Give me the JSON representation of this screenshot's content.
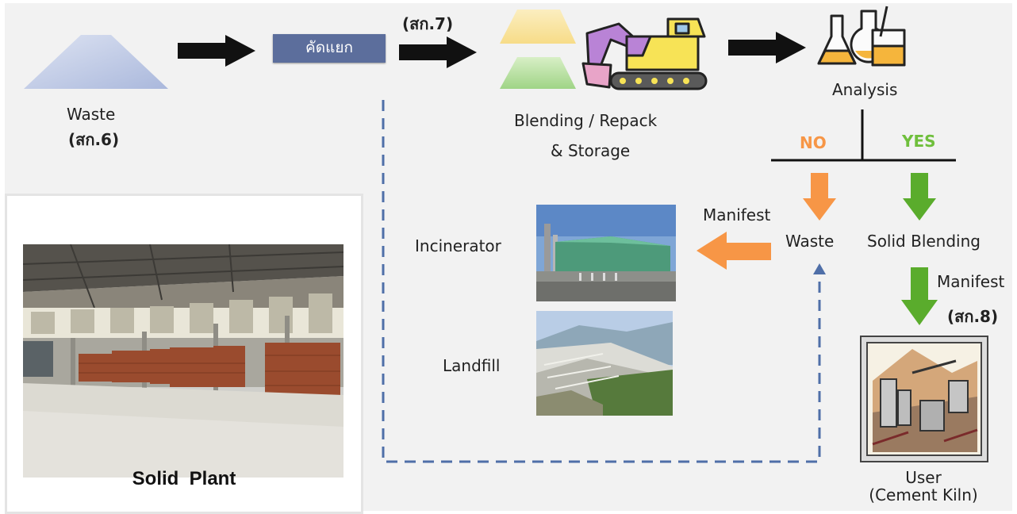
{
  "input": {
    "waste_label": "Waste",
    "waste_code": "(สก.6)"
  },
  "sorting": {
    "label": "คัดแยก",
    "code": "(สก.7)"
  },
  "blending": {
    "line1": "Blending / Repack",
    "line2": "& Storage"
  },
  "analysis": {
    "label": "Analysis",
    "no_label": "NO",
    "yes_label": "YES"
  },
  "no_branch": {
    "waste_label": "Waste",
    "manifest_label": "Manifest",
    "incinerator_label": "Incinerator",
    "landfill_label": "Landfill"
  },
  "yes_branch": {
    "solid_blending_label": "Solid Blending",
    "manifest_label": "Manifest",
    "manifest_code": "(สก.8)",
    "user_line1": "User",
    "user_line2": "(Cement Kiln)"
  },
  "plant": {
    "caption": "Solid  Plant"
  },
  "colors": {
    "no_orange": "#f79646",
    "yes_green": "#5aac2c",
    "dashed_blue": "#4f6fa8",
    "sort_box": "#5c6e9c"
  }
}
